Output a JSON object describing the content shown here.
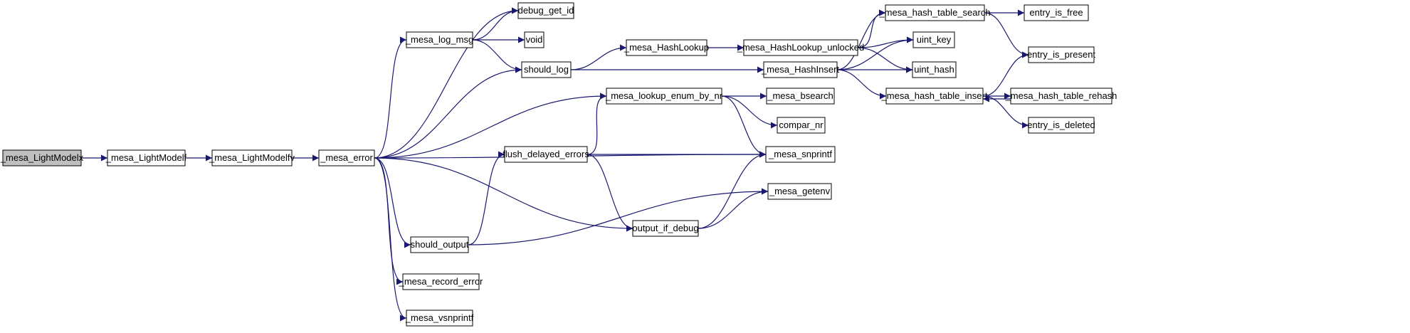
{
  "colors": {
    "edge": "#191970",
    "root_fill": "#bfbfbf",
    "node_fill": "#ffffff",
    "node_border": "#000000"
  },
  "nodes": {
    "mesa_LightModelx": "_mesa_LightModelx",
    "mesa_LightModelf": "_mesa_LightModelf",
    "mesa_LightModelfv": "_mesa_LightModelfv",
    "mesa_error": "_mesa_error",
    "debug_get_id": "debug_get_id",
    "mesa_log_msg": "_mesa_log_msg",
    "void": "void",
    "should_log": "should_log",
    "mesa_lookup_enum_by_nr": "_mesa_lookup_enum_by_nr",
    "flush_delayed_errors": "flush_delayed_errors",
    "should_output": "should_output",
    "mesa_record_error": "_mesa_record_error",
    "mesa_vsnprintf": "_mesa_vsnprintf",
    "mesa_HashLookup": "_mesa_HashLookup",
    "output_if_debug": "output_if_debug",
    "mesa_HashLookup_unlocked": "_mesa_HashLookup_unlocked",
    "mesa_HashInsert": "_mesa_HashInsert",
    "mesa_bsearch": "_mesa_bsearch",
    "compar_nr": "compar_nr",
    "mesa_snprintf": "_mesa_snprintf",
    "mesa_getenv": "_mesa_getenv",
    "mesa_hash_table_search": "_mesa_hash_table_search",
    "uint_key": "uint_key",
    "uint_hash": "uint_hash",
    "mesa_hash_table_insert": "_mesa_hash_table_insert",
    "entry_is_free": "entry_is_free",
    "entry_is_present": "entry_is_present",
    "mesa_hash_table_rehash": "_mesa_hash_table_rehash",
    "entry_is_deleted": "entry_is_deleted"
  },
  "root": "mesa_LightModelx",
  "edges": [
    [
      "mesa_LightModelx",
      "mesa_LightModelf"
    ],
    [
      "mesa_LightModelf",
      "mesa_LightModelfv"
    ],
    [
      "mesa_LightModelfv",
      "mesa_error"
    ],
    [
      "mesa_error",
      "debug_get_id"
    ],
    [
      "mesa_error",
      "mesa_log_msg"
    ],
    [
      "mesa_error",
      "should_log"
    ],
    [
      "mesa_error",
      "mesa_lookup_enum_by_nr"
    ],
    [
      "mesa_error",
      "mesa_snprintf"
    ],
    [
      "mesa_error",
      "output_if_debug"
    ],
    [
      "mesa_error",
      "should_output"
    ],
    [
      "mesa_error",
      "mesa_record_error"
    ],
    [
      "mesa_error",
      "mesa_vsnprintf"
    ],
    [
      "mesa_log_msg",
      "debug_get_id"
    ],
    [
      "mesa_log_msg",
      "void"
    ],
    [
      "mesa_log_msg",
      "should_log"
    ],
    [
      "should_log",
      "mesa_HashLookup"
    ],
    [
      "should_log",
      "mesa_HashInsert"
    ],
    [
      "mesa_HashLookup",
      "mesa_HashLookup_unlocked"
    ],
    [
      "mesa_HashLookup_unlocked",
      "mesa_hash_table_search"
    ],
    [
      "mesa_HashLookup_unlocked",
      "uint_key"
    ],
    [
      "mesa_HashLookup_unlocked",
      "uint_hash"
    ],
    [
      "mesa_HashInsert",
      "mesa_hash_table_search"
    ],
    [
      "mesa_HashInsert",
      "uint_key"
    ],
    [
      "mesa_HashInsert",
      "uint_hash"
    ],
    [
      "mesa_HashInsert",
      "mesa_hash_table_insert"
    ],
    [
      "mesa_hash_table_search",
      "entry_is_free"
    ],
    [
      "mesa_hash_table_search",
      "entry_is_present"
    ],
    [
      "mesa_hash_table_insert",
      "entry_is_present"
    ],
    [
      "mesa_hash_table_insert",
      "mesa_hash_table_rehash"
    ],
    [
      "mesa_hash_table_insert",
      "entry_is_deleted"
    ],
    [
      "mesa_hash_table_rehash",
      "mesa_hash_table_insert"
    ],
    [
      "mesa_lookup_enum_by_nr",
      "mesa_bsearch"
    ],
    [
      "mesa_lookup_enum_by_nr",
      "compar_nr"
    ],
    [
      "mesa_lookup_enum_by_nr",
      "mesa_snprintf"
    ],
    [
      "flush_delayed_errors",
      "mesa_lookup_enum_by_nr"
    ],
    [
      "flush_delayed_errors",
      "mesa_snprintf"
    ],
    [
      "flush_delayed_errors",
      "output_if_debug"
    ],
    [
      "should_output",
      "flush_delayed_errors"
    ],
    [
      "should_output",
      "mesa_getenv"
    ],
    [
      "output_if_debug",
      "mesa_snprintf"
    ],
    [
      "output_if_debug",
      "mesa_getenv"
    ]
  ]
}
